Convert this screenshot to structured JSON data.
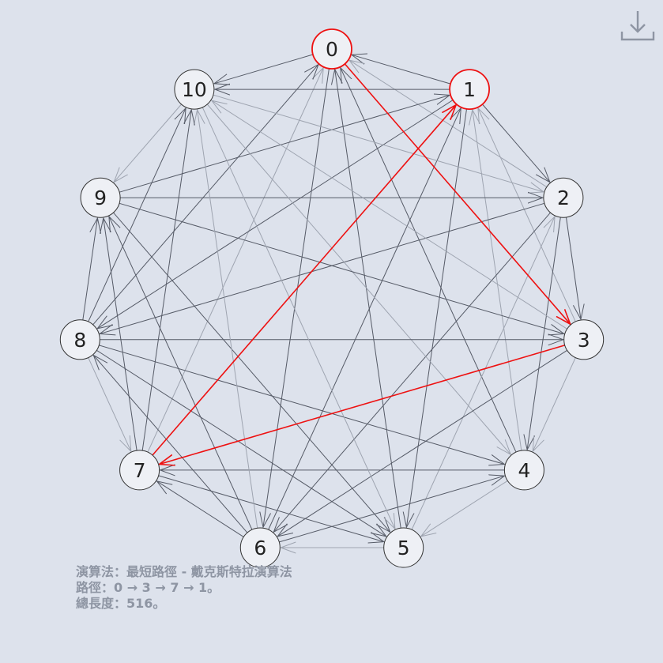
{
  "colors": {
    "background": "#dde2ec",
    "edge": "#555a66",
    "edge_light": "#9ea4b0",
    "highlight": "#ee1111",
    "node_fill": "#eef0f5",
    "node_stroke": "#333333",
    "info_text": "#8e95a3"
  },
  "download": {
    "icon": "download-icon"
  },
  "graph": {
    "directed": true,
    "nodes": [
      {
        "id": 0,
        "label": "0",
        "highlighted": true
      },
      {
        "id": 1,
        "label": "1",
        "highlighted": true
      },
      {
        "id": 2,
        "label": "2",
        "highlighted": false
      },
      {
        "id": 3,
        "label": "3",
        "highlighted": false
      },
      {
        "id": 4,
        "label": "4",
        "highlighted": false
      },
      {
        "id": 5,
        "label": "5",
        "highlighted": false
      },
      {
        "id": 6,
        "label": "6",
        "highlighted": false
      },
      {
        "id": 7,
        "label": "7",
        "highlighted": false
      },
      {
        "id": 8,
        "label": "8",
        "highlighted": false
      },
      {
        "id": 9,
        "label": "9",
        "highlighted": false
      },
      {
        "id": 10,
        "label": "10",
        "highlighted": false
      }
    ],
    "edges": [
      [
        0,
        10
      ],
      [
        1,
        0
      ],
      [
        2,
        0
      ],
      [
        0,
        6
      ],
      [
        5,
        0
      ],
      [
        7,
        0
      ],
      [
        8,
        0
      ],
      [
        4,
        0
      ],
      [
        0,
        3
      ],
      [
        1,
        10
      ],
      [
        1,
        2
      ],
      [
        3,
        1
      ],
      [
        2,
        3
      ],
      [
        3,
        7
      ],
      [
        7,
        1
      ],
      [
        1,
        5
      ],
      [
        6,
        1
      ],
      [
        4,
        1
      ],
      [
        1,
        8
      ],
      [
        9,
        1
      ],
      [
        10,
        2
      ],
      [
        9,
        2
      ],
      [
        2,
        4
      ],
      [
        5,
        2
      ],
      [
        2,
        8
      ],
      [
        2,
        6
      ],
      [
        10,
        4
      ],
      [
        9,
        3
      ],
      [
        8,
        3
      ],
      [
        3,
        4
      ],
      [
        3,
        6
      ],
      [
        4,
        7
      ],
      [
        4,
        5
      ],
      [
        8,
        4
      ],
      [
        6,
        4
      ],
      [
        5,
        6
      ],
      [
        7,
        5
      ],
      [
        9,
        5
      ],
      [
        10,
        5
      ],
      [
        8,
        5
      ],
      [
        6,
        7
      ],
      [
        6,
        10
      ],
      [
        6,
        8
      ],
      [
        6,
        9
      ],
      [
        8,
        7
      ],
      [
        7,
        9
      ],
      [
        7,
        10
      ],
      [
        10,
        9
      ],
      [
        8,
        9
      ],
      [
        8,
        10
      ],
      [
        3,
        10
      ]
    ],
    "highlighted_path": [
      0,
      3,
      7,
      1
    ]
  },
  "info": {
    "algorithm": "演算法：最短路徑 - 戴克斯特拉演算法",
    "path": "路徑：0 → 3 → 7 → 1。",
    "total_length": "總長度：516。"
  }
}
